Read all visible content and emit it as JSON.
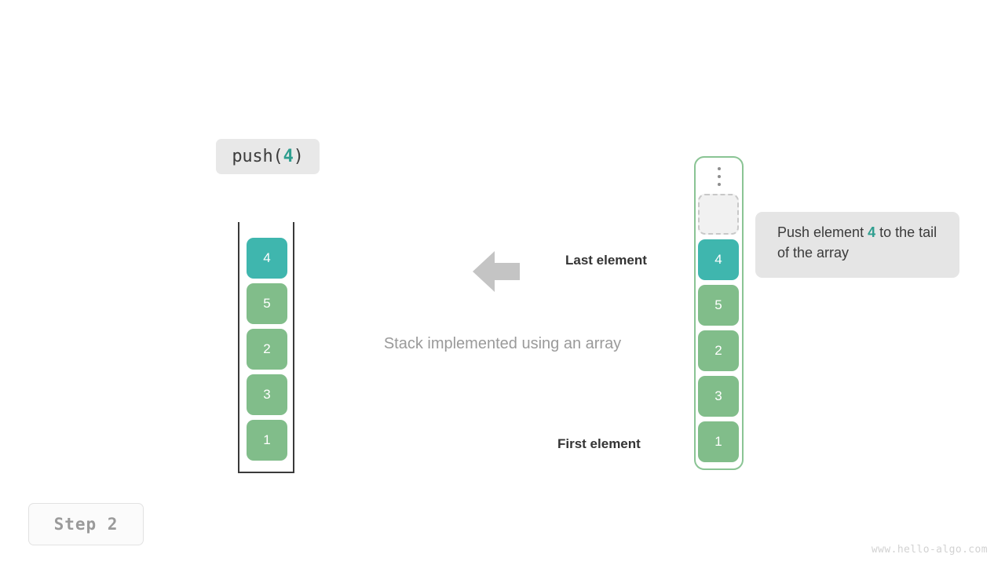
{
  "operation": {
    "prefix": "push(",
    "value": "4",
    "suffix": ")"
  },
  "stack": {
    "title": "Stack implemented using an array",
    "cells": [
      {
        "value": "4",
        "color": "teal"
      },
      {
        "value": "5",
        "color": "green"
      },
      {
        "value": "2",
        "color": "green"
      },
      {
        "value": "3",
        "color": "green"
      },
      {
        "value": "1",
        "color": "green"
      }
    ]
  },
  "labels": {
    "last_element": "Last element",
    "first_element": "First element",
    "arrow_icon": "arrow-left-icon"
  },
  "array": {
    "ellipsis_icon": "vertical-ellipsis-icon",
    "empty_slot_label": "",
    "cells": [
      {
        "value": "",
        "color": "empty"
      },
      {
        "value": "4",
        "color": "teal"
      },
      {
        "value": "5",
        "color": "green"
      },
      {
        "value": "2",
        "color": "green"
      },
      {
        "value": "3",
        "color": "green"
      },
      {
        "value": "1",
        "color": "green"
      }
    ]
  },
  "annotation": {
    "text_before": "Push element ",
    "highlight": "4",
    "text_after": " to the tail of the array"
  },
  "step": {
    "label": "Step  2"
  },
  "watermark": "www.hello-algo.com",
  "colors": {
    "teal": "#3fb6ae",
    "green": "#81bd8a",
    "highlight_text": "#2e9e8f",
    "container_border_right": "#8ac494",
    "container_border_left": "#3a3a3a",
    "chip_bg": "#e8e8e8",
    "annotation_bg": "#e5e5e5",
    "caption_gray": "#9a9a9a",
    "arrow_gray": "#c4c4c4"
  }
}
